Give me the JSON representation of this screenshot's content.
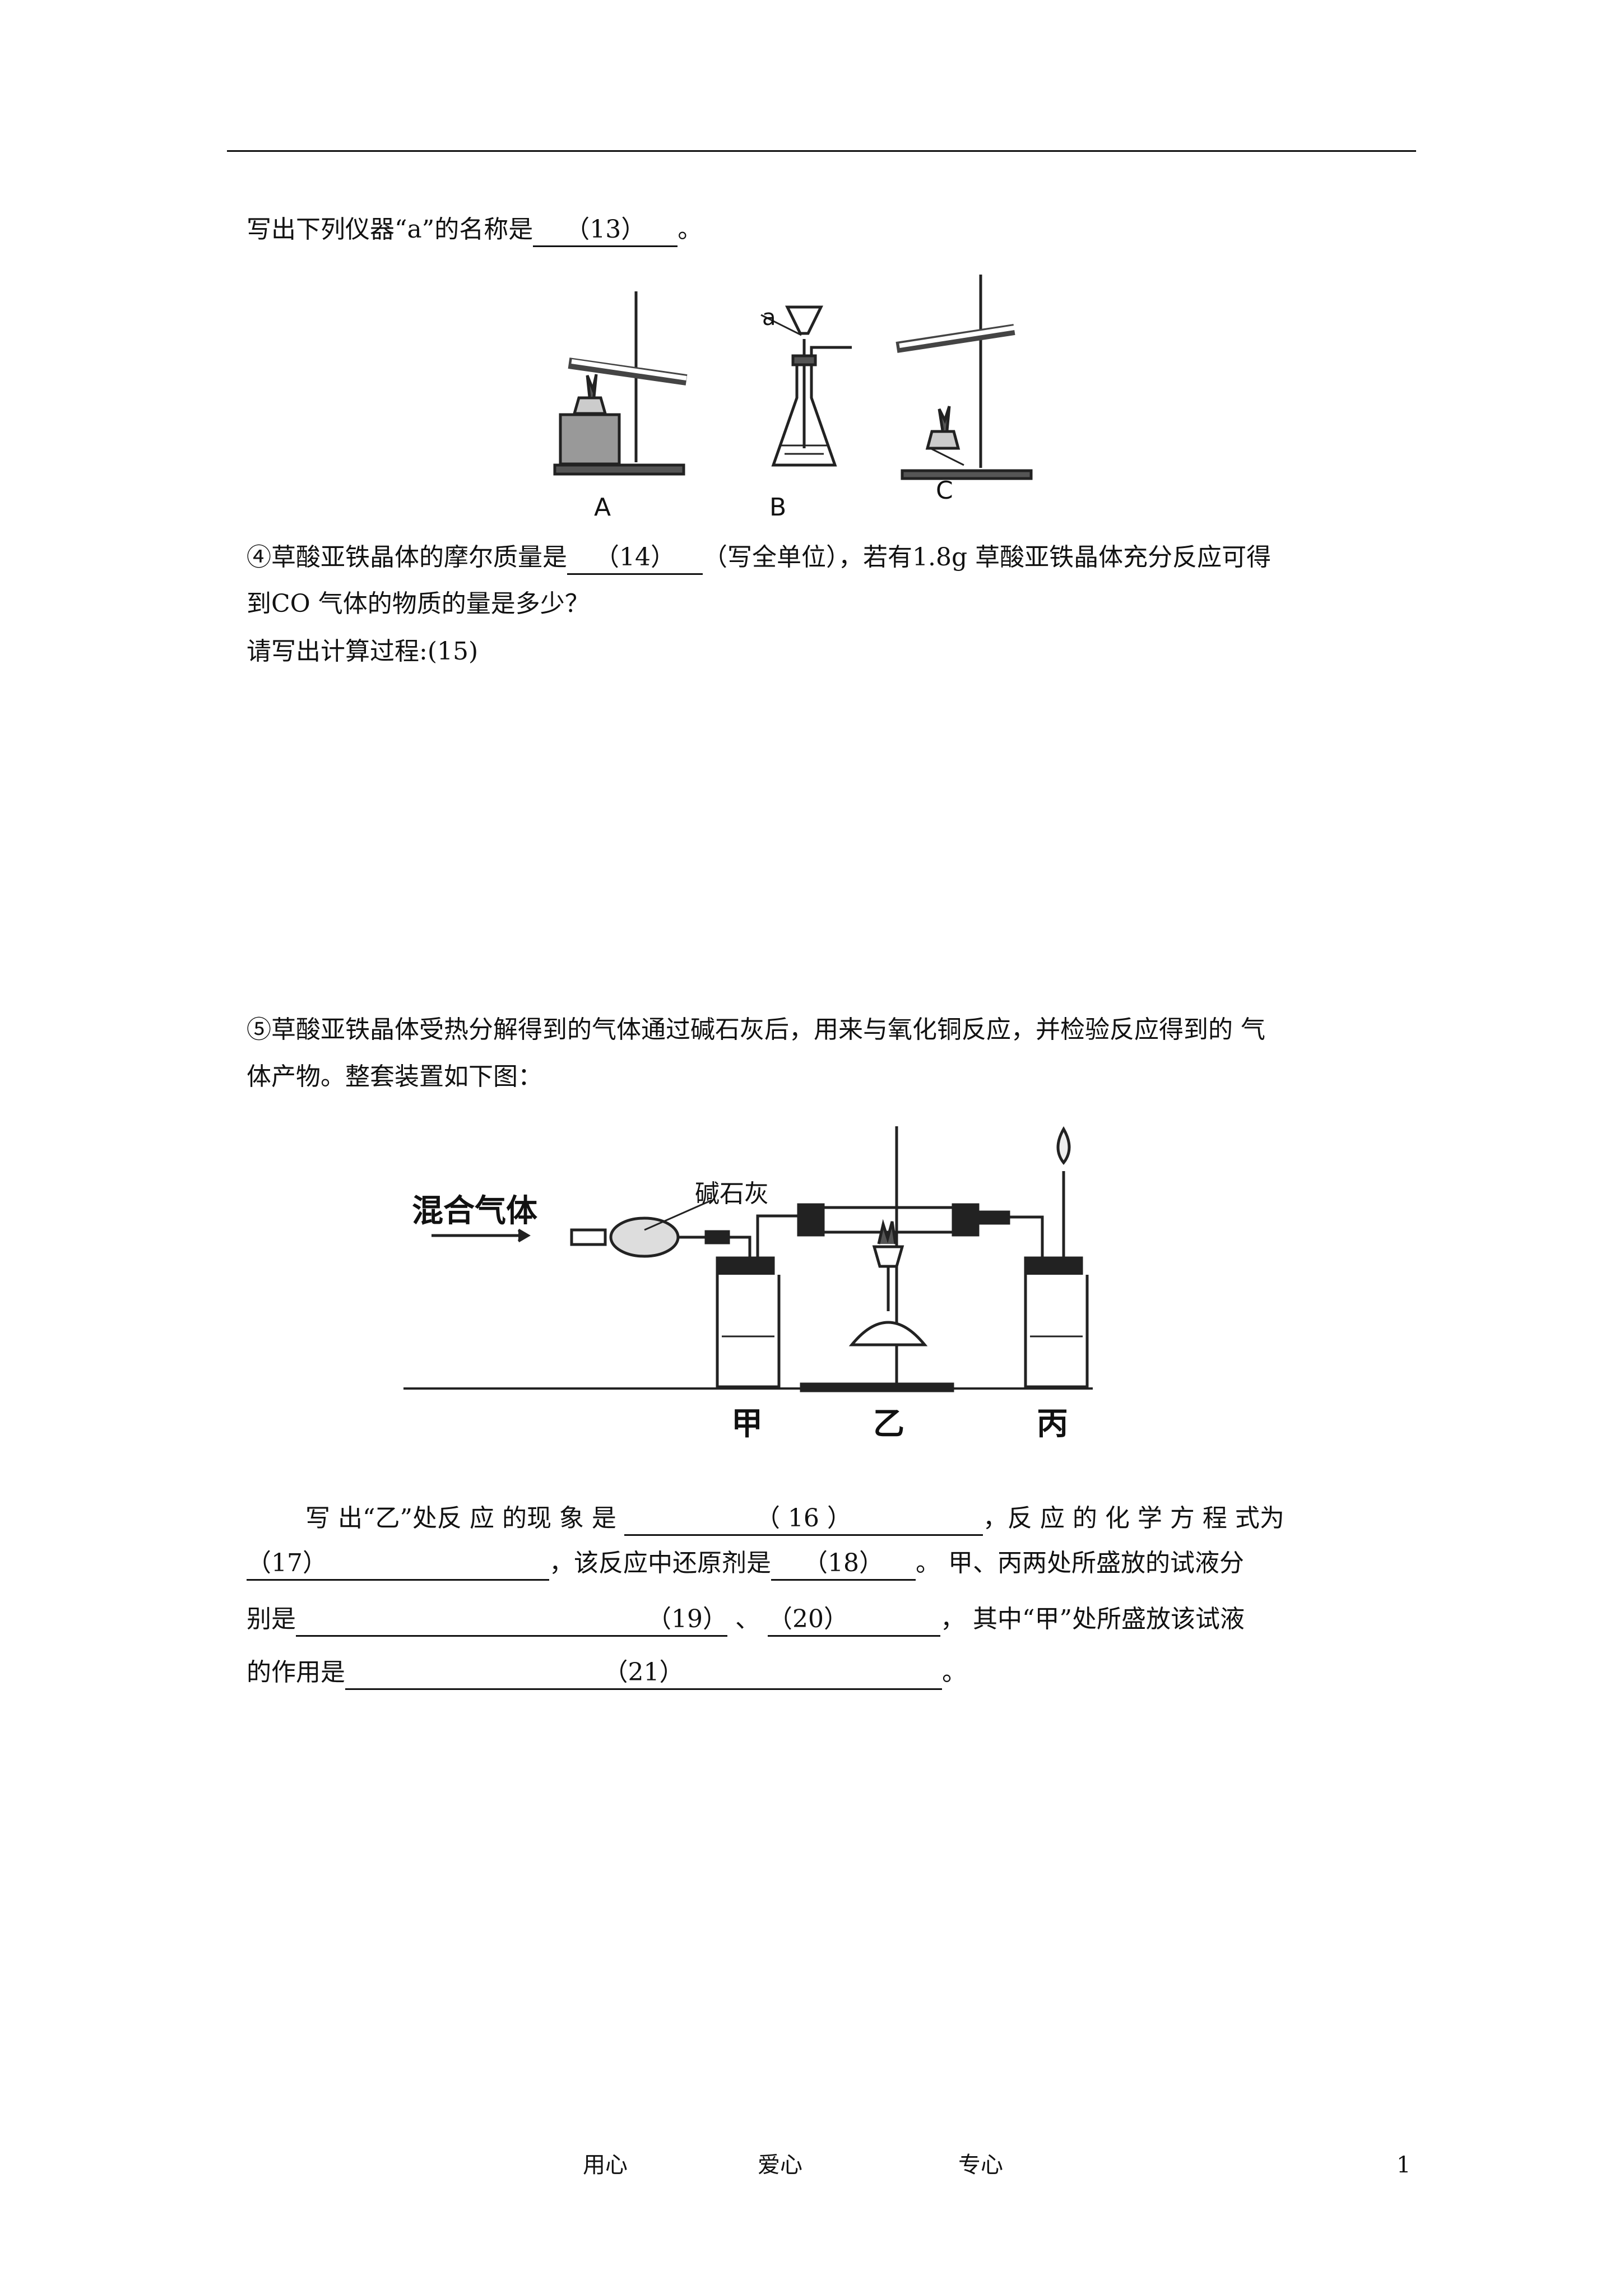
{
  "q13": {
    "prefix": "写出下列仪器“a”的名称是",
    "blank": "（13）",
    "suffix": "。"
  },
  "fig1": {
    "label_a": "a",
    "labels": [
      "A",
      "B",
      "C"
    ]
  },
  "q14": {
    "prefix": "④草酸亚铁晶体的摩尔质量是",
    "blank": "（14）",
    "suffix": "（写全单位），若有1.8g 草酸亚铁晶体充分反应可得",
    "line2": "到CO 气体的物质的量是多少？",
    "line3": "请写出计算过程:(15)"
  },
  "q5": {
    "line1": "⑤草酸亚铁晶体受热分解得到的气体通过碱石灰后，用来与氧化铜反应，并检验反应得到的 气",
    "line2": "体产物。整套装置如下图："
  },
  "fig2": {
    "mixed_gas": "混合气体",
    "soda_lime": "碱石灰",
    "labels": [
      "甲",
      "乙",
      "丙"
    ]
  },
  "q16": {
    "prefix": "写 出“乙”处反 应 的现 象 是",
    "blank16": "（ 16 ）",
    "suffix": "，反 应 的 化 学 方 程 式为",
    "blank17": "（17）",
    "mid17": "，该反应中还原剂是",
    "blank18": "（18）",
    "tail18": "。 甲、丙两处所盛放的试液分",
    "l3prefix": "别是",
    "blank19": "（19）",
    "sep": "、",
    "blank20": "（20）",
    "tail20": "，  其中“甲”处所盛放该试液",
    "l4prefix": "的作用是",
    "blank21": "（21）",
    "end": "。"
  },
  "footer": {
    "items": [
      "用心",
      "爱心",
      "专心"
    ],
    "page": "1"
  }
}
